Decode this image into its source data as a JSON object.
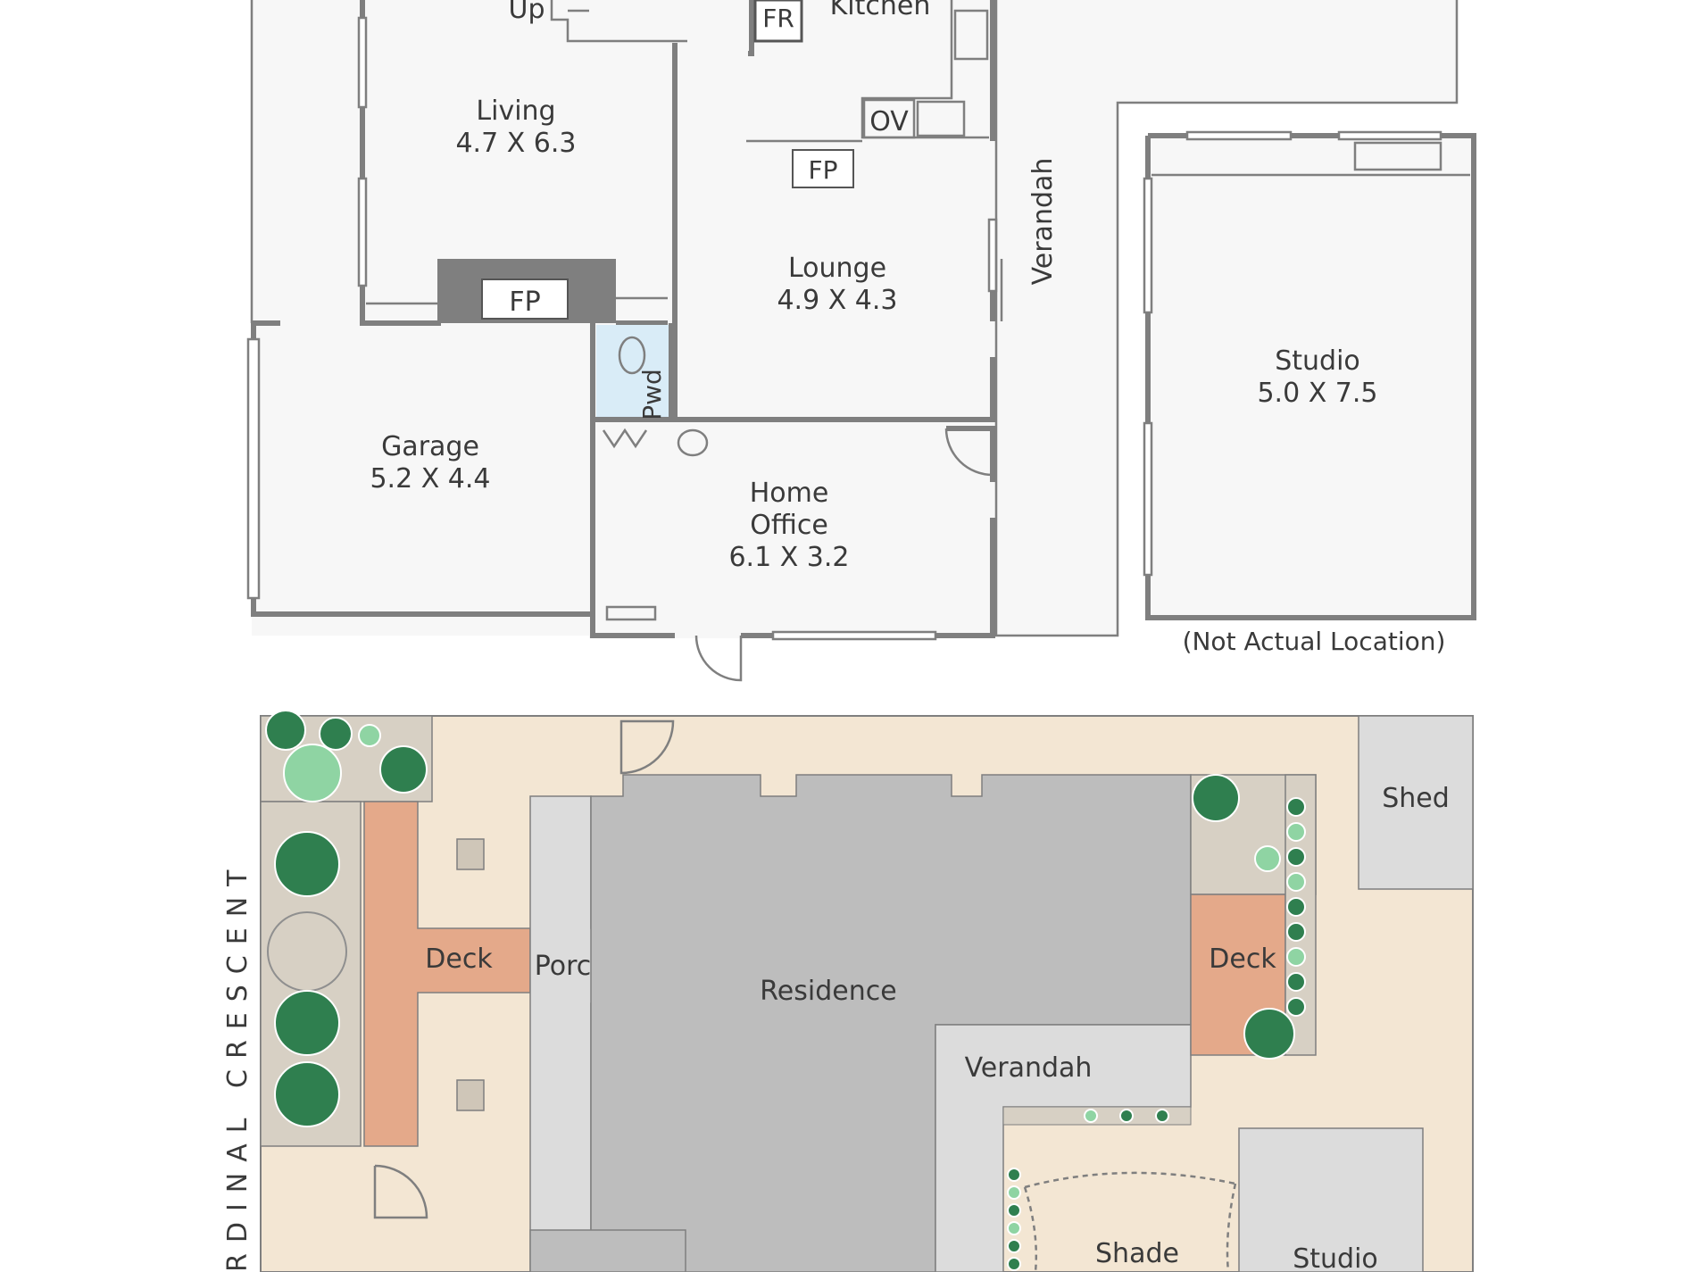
{
  "floor_plan": {
    "rooms": [
      {
        "name": "Up",
        "dims": ""
      },
      {
        "name": "Kitchen",
        "dims": ""
      },
      {
        "name": "Living",
        "dims": "4.7 X 6.3"
      },
      {
        "name": "Lounge",
        "dims": "4.9 X 4.3"
      },
      {
        "name": "Garage",
        "dims": "5.2 X 4.4"
      },
      {
        "name": "Home",
        "dims": "Office"
      },
      {
        "name": "6.1 X 3.2",
        "dims": ""
      },
      {
        "name": "Studio",
        "dims": "5.0 X 7.5"
      }
    ],
    "fixtures": {
      "fp": "FP",
      "fr": "FR",
      "ov": "OV",
      "pwd": "Pwd"
    },
    "verandah_label": "Verandah",
    "studio_note": "(Not Actual Location)"
  },
  "site_plan": {
    "labels": {
      "deck_left": "Deck",
      "porch": "Porch",
      "residence": "Residence",
      "verandah": "Verandah",
      "deck_right": "Deck",
      "shed": "Shed",
      "shade": "Shade",
      "studio": "Studio"
    },
    "street": "RDINAL CRESCENT",
    "colors": {
      "ground": "#f3e6d3",
      "building": "#bdbdbd",
      "deck": "#e4a98a",
      "porch": "#dcdcdc",
      "planter": "#d7d0c4",
      "tree_dark": "#2f7f4f",
      "tree_light": "#8fd4a3"
    }
  }
}
